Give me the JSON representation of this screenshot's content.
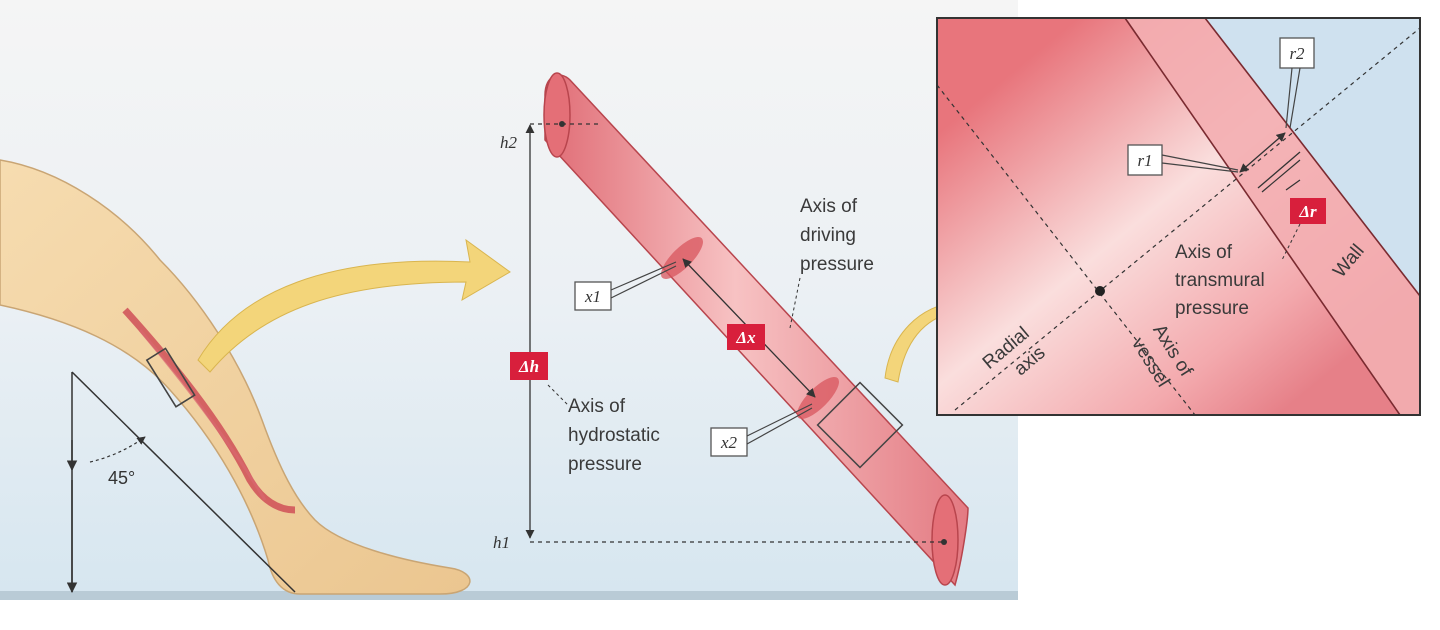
{
  "figure": {
    "labels": {
      "delta_h": "Δh",
      "delta_x": "Δx",
      "delta_r": "Δr",
      "h1": "h1",
      "h2": "h2",
      "x1": "x1",
      "x2": "x2",
      "r1": "r1",
      "r2": "r2",
      "angle": "45°",
      "driving_pressure": [
        "Axis of",
        "driving",
        "pressure"
      ],
      "hydrostatic_pressure": [
        "Axis of",
        "hydrostatic",
        "pressure"
      ],
      "transmural_pressure": [
        "Axis of",
        "transmural",
        "pressure"
      ],
      "wall": "Wall",
      "radial_axis": [
        "Radial",
        "axis"
      ],
      "vessel_axis": [
        "Axis of",
        "vessel"
      ]
    },
    "colors": {
      "vessel": "#e8838a",
      "vessel_dark": "#c9474f",
      "skin": "#f2d4a6",
      "label_box": "#d81f3c",
      "arrow": "#f3d57a",
      "water": "#dbe9f2",
      "outside": "#cfe1ef"
    }
  }
}
